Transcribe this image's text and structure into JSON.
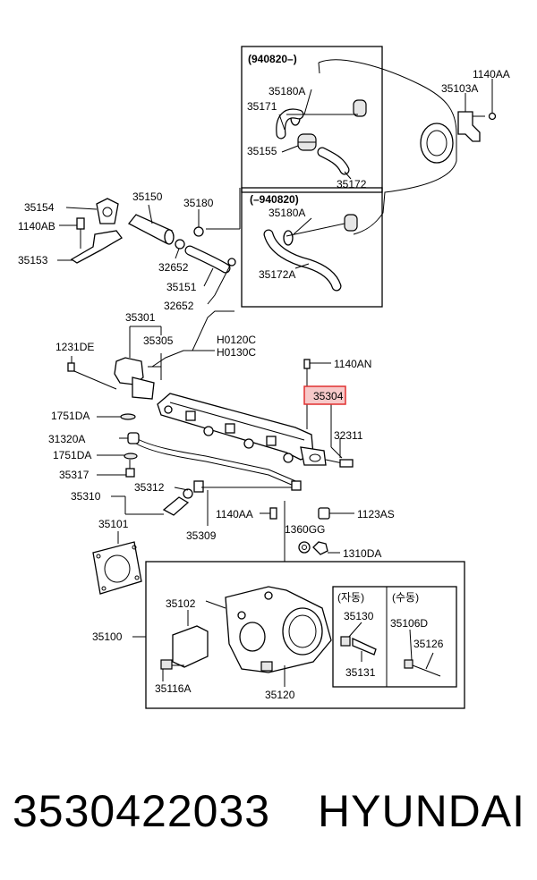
{
  "header_labels": {
    "box_upper": "(940820–)",
    "box_lower": "(–940820)",
    "auto": "(자동)",
    "manual": "(수동)"
  },
  "labels": {
    "l_1140AA_top": "1140AA",
    "l_35103A": "35103A",
    "l_35180A_u": "35180A",
    "l_35171": "35171",
    "l_35155": "35155",
    "l_35172": "35172",
    "l_35180A_l": "35180A",
    "l_35172A": "35172A",
    "l_35154": "35154",
    "l_1140AB": "1140AB",
    "l_35153": "35153",
    "l_35150": "35150",
    "l_35180": "35180",
    "l_32652a": "32652",
    "l_35151": "35151",
    "l_32652b": "32652",
    "l_35301": "35301",
    "l_35305": "35305",
    "l_H0120C": "H0120C",
    "l_H0130C": "H0130C",
    "l_1231DE": "1231DE",
    "l_1140AN": "1140AN",
    "l_35304": "35304",
    "l_32311": "32311",
    "l_1751DA_a": "1751DA",
    "l_31320A": "31320A",
    "l_1751DA_b": "1751DA",
    "l_35317": "35317",
    "l_35312": "35312",
    "l_35310": "35310",
    "l_35309": "35309",
    "l_1140AA_mid": "1140AA",
    "l_1123AS": "1123AS",
    "l_1360GG": "1360GG",
    "l_1310DA": "1310DA",
    "l_35101": "35101",
    "l_35102": "35102",
    "l_35100": "35100",
    "l_35116A": "35116A",
    "l_35120": "35120",
    "l_35130": "35130",
    "l_35131": "35131",
    "l_35106D": "35106D",
    "l_35126": "35126"
  },
  "caption": {
    "part_number": "3530422033",
    "brand": "HYUNDAI"
  },
  "colors": {
    "highlight": "#e03030",
    "highlight_fill": "#f7c9c9",
    "ink": "#000000"
  }
}
